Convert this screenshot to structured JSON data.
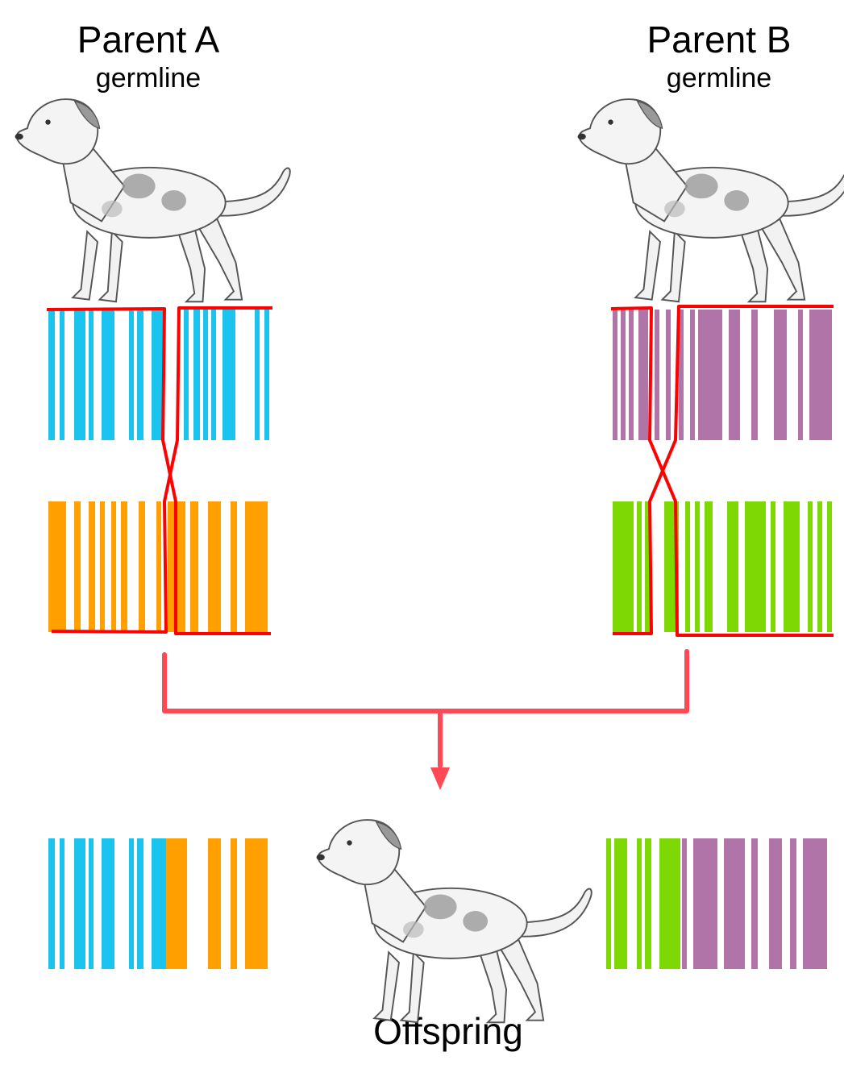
{
  "labels": {
    "parent_a": "Parent A",
    "parent_a_sub": "germline",
    "parent_b": "Parent B",
    "parent_b_sub": "germline",
    "offspring": "Offspring"
  },
  "icons": [
    "dog-illustration-parent-a",
    "dog-illustration-parent-b",
    "dog-illustration-offspring"
  ],
  "colors": {
    "chromosome_a1": "#1bc4ef",
    "chromosome_a2": "#ff9f00",
    "chromosome_b1": "#b074a8",
    "chromosome_b2": "#7ed803",
    "crossover_line": "#ff0000",
    "inheritance_arrow": "#ff4a55"
  }
}
